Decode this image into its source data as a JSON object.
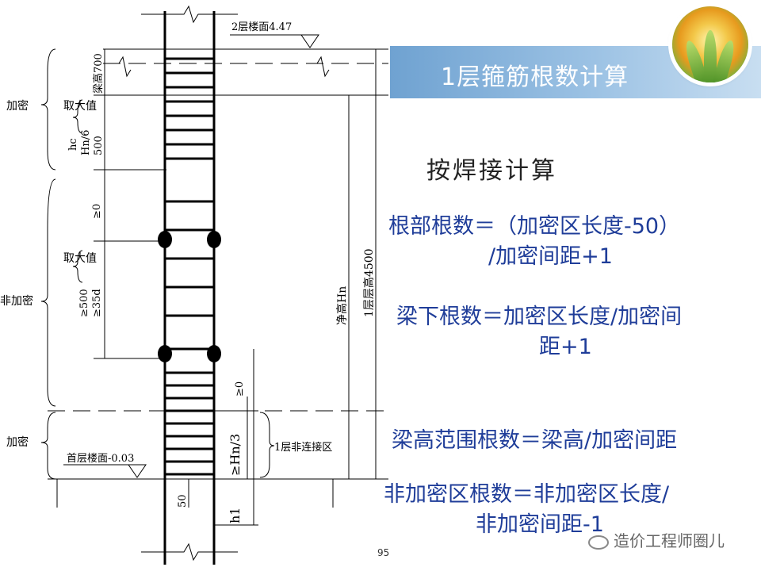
{
  "title": "1层箍筋根数计算",
  "heading": "按焊接计算",
  "formulas": [
    "根部根数＝（加密区长度-50）",
    "/加密间距+1",
    "梁下根数＝加密区长度/加密间",
    "距+1",
    "梁高范围根数＝梁高/加密间距",
    "非加密区根数＝非加密区长度/",
    "非加密间距-1"
  ],
  "page_number": "95",
  "watermark": "造价工程师圈儿",
  "labels": {
    "floor2": "2层楼面4.47",
    "floor1": "首层楼面-0.03",
    "beam_height": "梁高700",
    "dense_top": "加密",
    "non_dense": "非加密",
    "dense_bottom": "加密",
    "take_max_1": "取大值",
    "hc": "hc",
    "hn6": "Hn/6",
    "v500": "500",
    "ge0_top": "≥0",
    "take_max_2": "取大值",
    "ge500": "≥500",
    "ge35d": "≥35d",
    "ge0_bottom": "≥0",
    "hn3": "≥Hn/3",
    "h1": "h1",
    "v50": "50",
    "non_conn_zone": "1层非连接区",
    "net_height": "净高Hn",
    "floor_height": "1层层高4500"
  },
  "colors": {
    "banner": "#8fb8df",
    "formula_text": "#1f3d99"
  }
}
